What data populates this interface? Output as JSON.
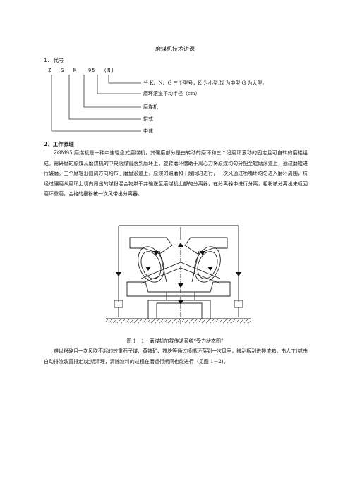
{
  "doc": {
    "title": "磨煤机技术讲课",
    "sec1_heading": "1. 代号",
    "model": {
      "z": "Z",
      "g": "G",
      "m": "M",
      "n": "95",
      "paren": "(N)"
    },
    "annotations": [
      "分 K、N、G 三个型号，K 为小型,N 为中型,G 为大型。",
      "磨环滚道平均半径（cm）",
      "磨煤机",
      "辊式",
      "中速"
    ],
    "sec2_heading": "2．工作原理",
    "para1": "ZGM95 磨煤机是一种中速辊盘式磨煤机，其碾磨部分是由转动的磨环和三个沿磨环滚动的固定且可自转的磨辊组成。需研磨的原煤从磨煤机的中央落煤管落到磨环上，旋转磨环借助于离心力将原煤均匀分配至辊磨滚道上，通过磨辊进行碾磨。三个磨辊沿圆周方向均布于磨盘滚道上，原煤的碾磨和干燥同时进行，一次风通过喷嘴环均匀进入磨环周围，将经过碾磨从磨环上切向甩出的煤粉混合物烘干并输送至磨煤机上部的分离器，在分离器中进行分离，粗粉被分离出来返回磨环重磨，合格的细粉被一次风带出分离器。",
    "figure_caption": "图 1－1　磨煤机加载传递系统“受力状态图”",
    "para2": "难以粉碎且一次风吹不起的较重石子煤、黄铁矿、铁块等通过喷嘴环落到一次风室，被刮板刮进排渣箱，由人工(或由自动排渣装置排走)定期清理，清除渣料的过程在磨运行期间也能进行（见图 1－2)。"
  }
}
